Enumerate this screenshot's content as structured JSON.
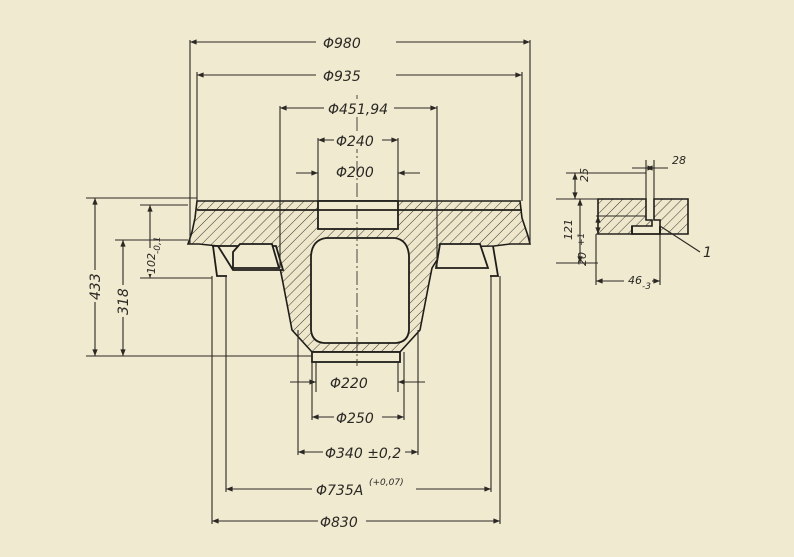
{
  "drawing": {
    "dimensions": {
      "d980": "Φ980",
      "d935": "Φ935",
      "d451": "Φ451,94",
      "d240": "Φ240",
      "d200": "Φ200",
      "d220": "Φ220",
      "d250": "Φ250",
      "d340": "Φ340 ±0,2",
      "d735": "Φ735A",
      "d735_tol": "(+0,07)",
      "d830": "Φ830",
      "h433": "433",
      "h318": "318",
      "h102": "102",
      "h102_tol": "-0,1"
    },
    "detail": {
      "w25": "25",
      "w28": "28",
      "h121": "121",
      "h20": "20",
      "h20_tol": "+1",
      "w46": "46",
      "w46_tol": "-3",
      "callout": "1"
    }
  },
  "colors": {
    "paper": "#f0ead0",
    "ink": "#2a2824"
  }
}
